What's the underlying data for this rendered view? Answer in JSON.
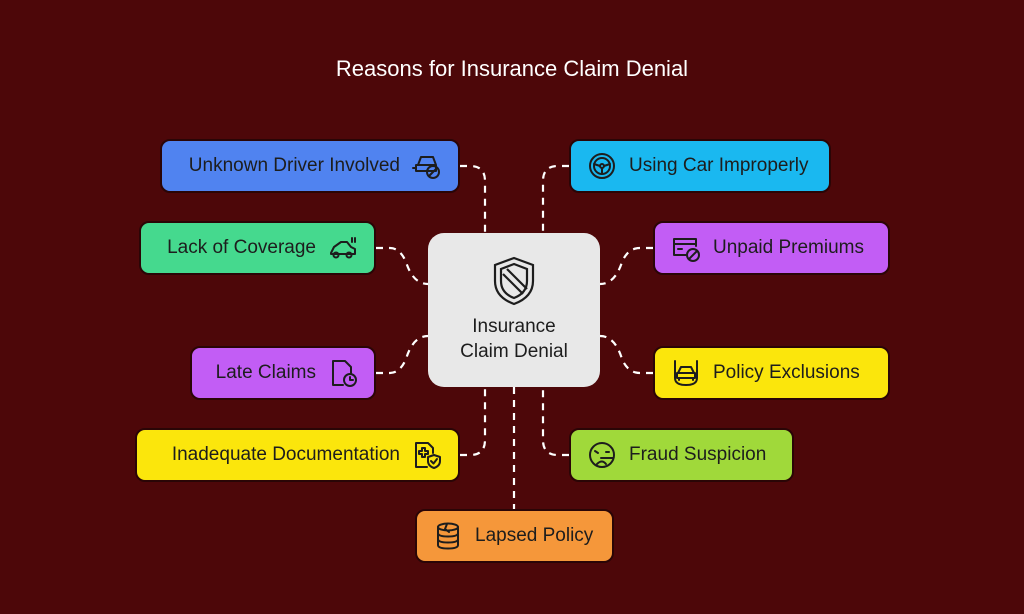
{
  "title": "Reasons for Insurance Claim Denial",
  "center": {
    "line1": "Insurance",
    "line2": "Claim Denial",
    "icon": "shield-icon"
  },
  "nodes": {
    "unknown_driver": {
      "label": "Unknown Driver Involved",
      "color": "#5083f0",
      "icon": "car-prohibited-icon"
    },
    "lack_coverage": {
      "label": "Lack of Coverage",
      "color": "#45d98e",
      "icon": "car-crash-icon"
    },
    "late_claims": {
      "label": "Late Claims",
      "color": "#c25df5",
      "icon": "document-clock-icon"
    },
    "inadequate_docs": {
      "label": "Inadequate Documentation",
      "color": "#fbe60c",
      "icon": "medical-document-shield-icon"
    },
    "using_car": {
      "label": "Using Car Improperly",
      "color": "#1ab8f0",
      "icon": "steering-wheel-icon"
    },
    "unpaid_premiums": {
      "label": "Unpaid Premiums",
      "color": "#c25df5",
      "icon": "card-prohibited-icon"
    },
    "policy_exclusions": {
      "label": "Policy Exclusions",
      "color": "#fbe60c",
      "icon": "car-shield-icon"
    },
    "fraud_suspicion": {
      "label": "Fraud Suspicion",
      "color": "#a0d93a",
      "icon": "lying-face-icon"
    },
    "lapsed_policy": {
      "label": "Lapsed Policy",
      "color": "#f5973a",
      "icon": "broken-database-icon"
    }
  }
}
